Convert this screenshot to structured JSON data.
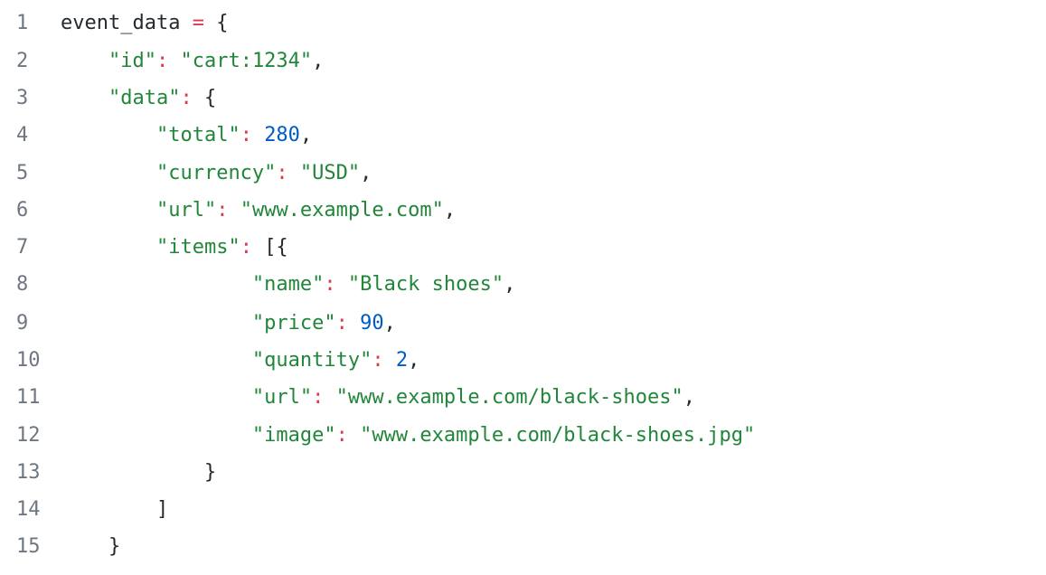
{
  "editor": {
    "lines": [
      {
        "n": "1"
      },
      {
        "n": "2"
      },
      {
        "n": "3"
      },
      {
        "n": "4"
      },
      {
        "n": "5"
      },
      {
        "n": "6"
      },
      {
        "n": "7"
      },
      {
        "n": "8"
      },
      {
        "n": "9"
      },
      {
        "n": "10"
      },
      {
        "n": "11"
      },
      {
        "n": "12"
      },
      {
        "n": "13"
      },
      {
        "n": "14"
      },
      {
        "n": "15"
      }
    ],
    "tokens": {
      "var_name": "event_data",
      "assign": "=",
      "open_brace": "{",
      "key_id": "\"id\"",
      "val_id": "\"cart:1234\"",
      "key_data": "\"data\"",
      "key_total": "\"total\"",
      "val_total": "280",
      "key_currency": "\"currency\"",
      "val_currency": "\"USD\"",
      "key_url": "\"url\"",
      "val_url": "\"www.example.com\"",
      "key_items": "\"items\"",
      "open_list": "[{",
      "key_name": "\"name\"",
      "val_name": "\"Black shoes\"",
      "key_price": "\"price\"",
      "val_price": "90",
      "key_quantity": "\"quantity\"",
      "val_quantity": "2",
      "key_item_url": "\"url\"",
      "val_item_url": "\"www.example.com/black-shoes\"",
      "key_image": "\"image\"",
      "val_image": "\"www.example.com/black-shoes.jpg\"",
      "close_brace": "}",
      "close_bracket": "]",
      "colon": ":",
      "comma": ","
    },
    "colors": {
      "string": "#22863a",
      "operator": "#d73a49",
      "number": "#005cc5",
      "text": "#24292e",
      "line_number": "#6e7781"
    }
  }
}
